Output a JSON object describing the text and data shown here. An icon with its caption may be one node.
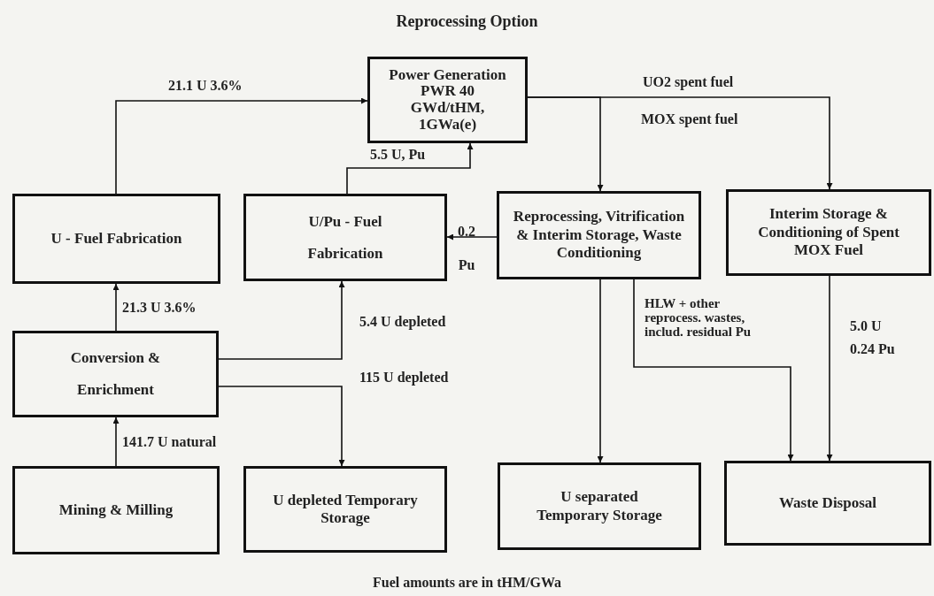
{
  "diagram": {
    "title": "Reprocessing Option",
    "caption": "Fuel amounts are in tHM/GWa",
    "nodes": [
      {
        "text": [
          "Power Generation PWR 40 GWd/tHM, 1GWa(e)"
        ]
      },
      {
        "text": [
          "U - Fuel Fabrication"
        ]
      },
      {
        "text": [
          "U/Pu - Fuel Fabrication"
        ]
      },
      {
        "text": [
          "Reprocessing, Vitrification & Interim Storage, Waste Conditioning"
        ]
      },
      {
        "text": [
          "Interim Storage & Conditioning of Spent MOX Fuel"
        ]
      },
      {
        "text": [
          "Conversion & Enrichment"
        ]
      },
      {
        "text": [
          "Mining & Milling"
        ]
      },
      {
        "text": [
          "U depleted Temporary Storage"
        ]
      },
      {
        "text": [
          "U separated Temporary Storage"
        ]
      },
      {
        "text": [
          "Waste Disposal"
        ]
      }
    ],
    "edges": [
      {
        "from": 1,
        "to": 0,
        "arrow": "to",
        "label": "21.1 U 3.6%"
      },
      {
        "from": 2,
        "to": 0,
        "arrow": "to",
        "label": "5.5 U, Pu"
      },
      {
        "from": 0,
        "to": 3,
        "arrow": "to",
        "label": "MOX spent fuel"
      },
      {
        "from": 0,
        "to": 4,
        "arrow": "to",
        "label": "UO2 spent fuel"
      },
      {
        "from": 3,
        "to": 2,
        "arrow": "to",
        "label": "0.2 Pu"
      },
      {
        "from": 3,
        "to": 8,
        "arrow": "to"
      },
      {
        "from": 3,
        "to": 9,
        "arrow": "to",
        "label": "HLW + other reprocess. wastes, includ. residual Pu"
      },
      {
        "from": 4,
        "to": 9,
        "arrow": "to",
        "label": "5.0 U 0.24 Pu"
      },
      {
        "from": 5,
        "to": 1,
        "arrow": "to",
        "label": "21.3 U 3.6%"
      },
      {
        "from": 5,
        "to": 2,
        "arrow": "to",
        "label": "5.4 U depleted"
      },
      {
        "from": 5,
        "to": 7,
        "arrow": "to",
        "label": "115 U depleted"
      },
      {
        "from": 6,
        "to": 5,
        "arrow": "to",
        "label": "141.7 U natural"
      }
    ]
  }
}
